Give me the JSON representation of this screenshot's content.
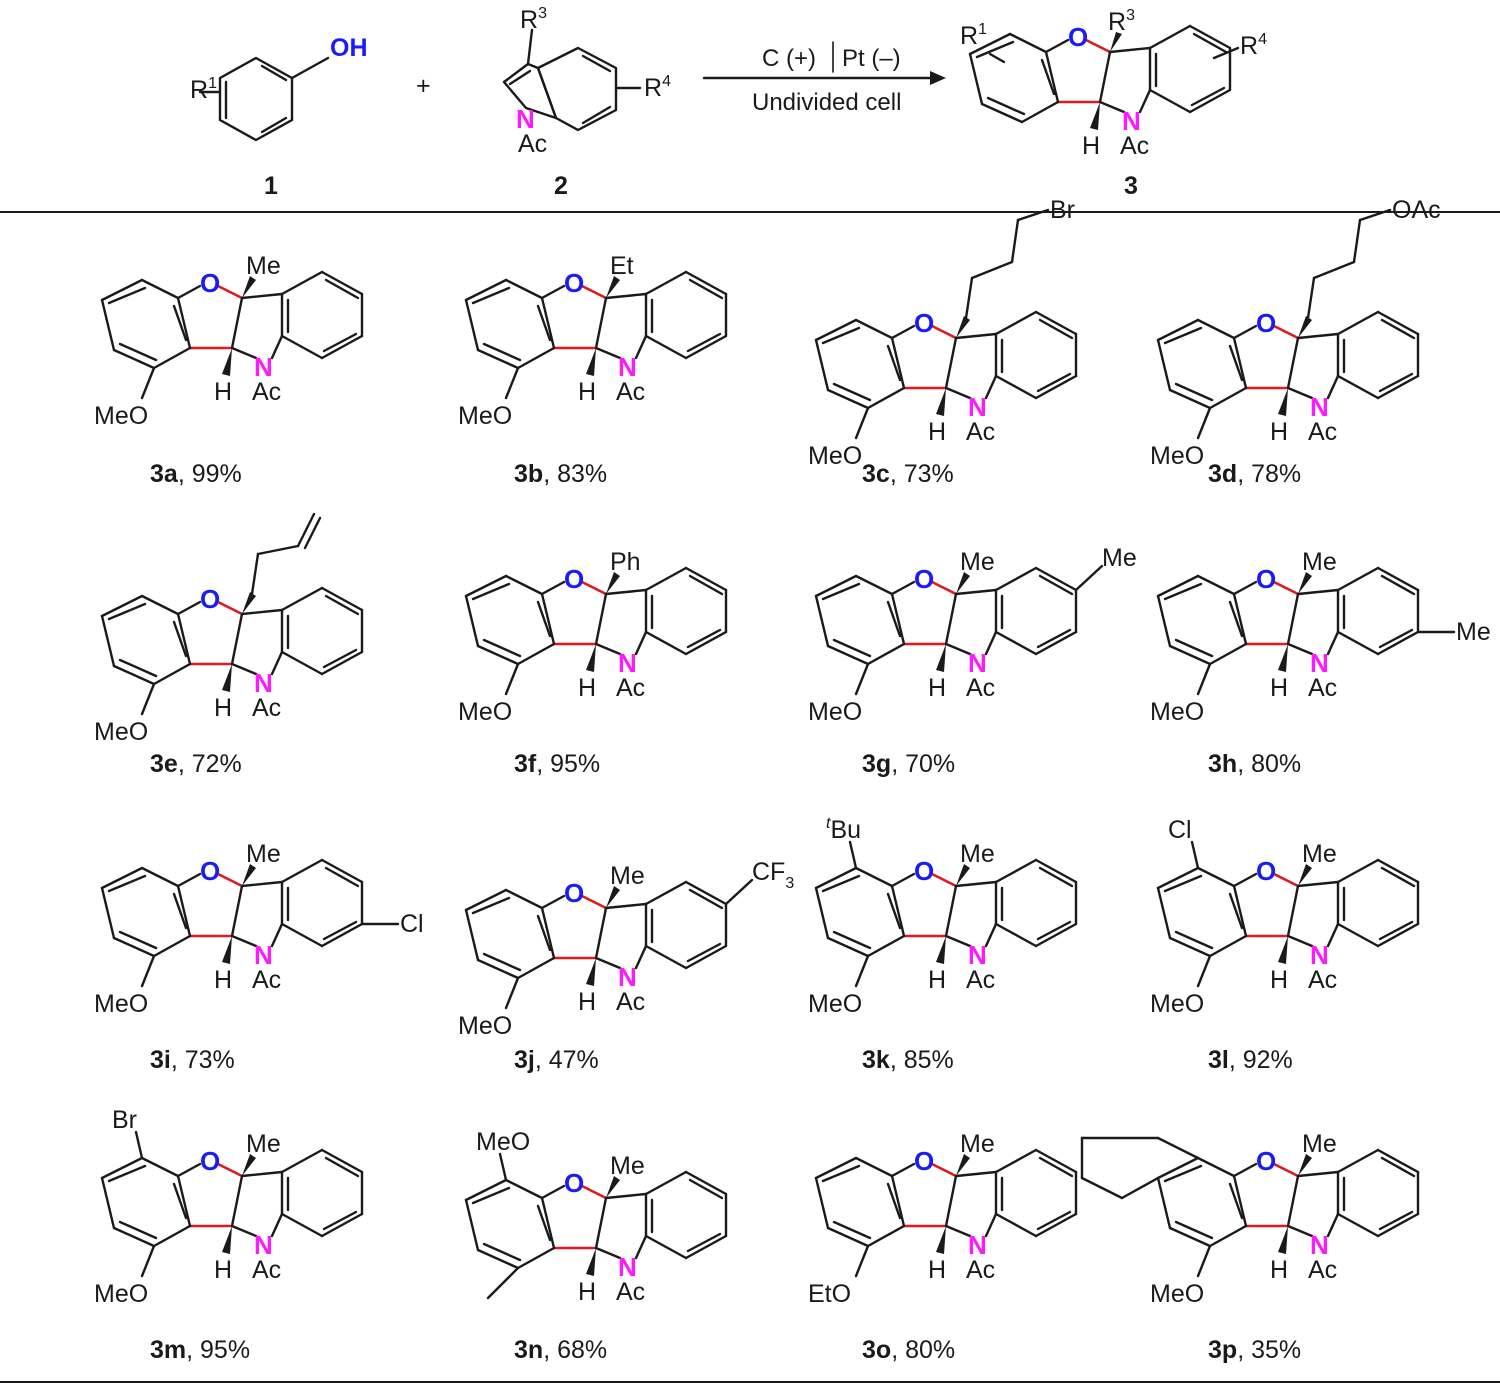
{
  "colors": {
    "oxygen": "#1a1aff",
    "nitrogen": "#ff19ff",
    "new_bond": "#e0191b",
    "ink": "#1a1a1a"
  },
  "header": {
    "reagent1": {
      "id": "1",
      "label_r": "R",
      "label_r_sup": "1",
      "oh": "OH"
    },
    "plus": "+",
    "reagent2": {
      "id": "2",
      "r3": "R",
      "r3_sup": "3",
      "r4": "R",
      "r4_sup": "4",
      "n": "N",
      "ac": "Ac"
    },
    "conditions": {
      "anode": "C (+)",
      "cathode": "Pt (–)",
      "cell": "Undivided cell"
    },
    "product": {
      "id": "3",
      "r1": "R",
      "r1_sup": "1",
      "r3": "R",
      "r3_sup": "3",
      "r4": "R",
      "r4_sup": "4",
      "o": "O",
      "n": "N",
      "h": "H",
      "ac": "Ac"
    }
  },
  "products": [
    {
      "id": "3a",
      "yield": "99%",
      "r3": "Me",
      "top": "",
      "sub": "",
      "ring5": "",
      "ring6": "",
      "alkoxy": "MeO"
    },
    {
      "id": "3b",
      "yield": "83%",
      "r3": "Et",
      "top": "",
      "sub": "",
      "ring5": "",
      "ring6": "",
      "alkoxy": "MeO"
    },
    {
      "id": "3c",
      "yield": "73%",
      "r3": "Br",
      "top": "",
      "sub": "",
      "ring5": "",
      "ring6": "",
      "alkoxy": "MeO"
    },
    {
      "id": "3d",
      "yield": "78%",
      "r3": "OAc",
      "top": "",
      "sub": "",
      "ring5": "",
      "ring6": "",
      "alkoxy": "MeO"
    },
    {
      "id": "3e",
      "yield": "72%",
      "r3": "",
      "top": "",
      "sub": "",
      "ring5": "",
      "ring6": "",
      "alkoxy": "MeO"
    },
    {
      "id": "3f",
      "yield": "95%",
      "r3": "Ph",
      "top": "",
      "sub": "",
      "ring5": "",
      "ring6": "",
      "alkoxy": "MeO"
    },
    {
      "id": "3g",
      "yield": "70%",
      "r3": "Me",
      "top": "",
      "sub": "",
      "ring5": "Me",
      "ring6": "",
      "alkoxy": "MeO"
    },
    {
      "id": "3h",
      "yield": "80%",
      "r3": "Me",
      "top": "",
      "sub": "",
      "ring5": "",
      "ring6": "Me",
      "alkoxy": "MeO"
    },
    {
      "id": "3i",
      "yield": "73%",
      "r3": "Me",
      "top": "",
      "sub": "",
      "ring5": "",
      "ring6": "Cl",
      "alkoxy": "MeO"
    },
    {
      "id": "3j",
      "yield": "47%",
      "r3": "Me",
      "top": "",
      "sub": "",
      "ring5": "CF",
      "ring5_sub": "3",
      "ring6": "",
      "alkoxy": "MeO"
    },
    {
      "id": "3k",
      "yield": "85%",
      "r3": "Me",
      "top": "Bu",
      "top_sup": "t",
      "sub": "",
      "ring5": "",
      "ring6": "",
      "alkoxy": "MeO"
    },
    {
      "id": "3l",
      "yield": "92%",
      "r3": "Me",
      "top": "Cl",
      "sub": "",
      "ring5": "",
      "ring6": "",
      "alkoxy": "MeO"
    },
    {
      "id": "3m",
      "yield": "95%",
      "r3": "Me",
      "top": "Br",
      "sub": "",
      "ring5": "",
      "ring6": "",
      "alkoxy": "MeO"
    },
    {
      "id": "3n",
      "yield": "68%",
      "r3": "Me",
      "top": "MeO",
      "sub": "",
      "ring5": "",
      "ring6": "",
      "alkoxy": ""
    },
    {
      "id": "3o",
      "yield": "80%",
      "r3": "Me",
      "top": "",
      "sub": "",
      "ring5": "",
      "ring6": "",
      "alkoxy": "EtO"
    },
    {
      "id": "3p",
      "yield": "35%",
      "r3": "Me",
      "top": "",
      "sub": "",
      "ring5": "",
      "ring6": "",
      "alkoxy": "MeO"
    }
  ],
  "atom_labels": {
    "o": "O",
    "n": "N",
    "h": "H",
    "ac": "Ac"
  }
}
